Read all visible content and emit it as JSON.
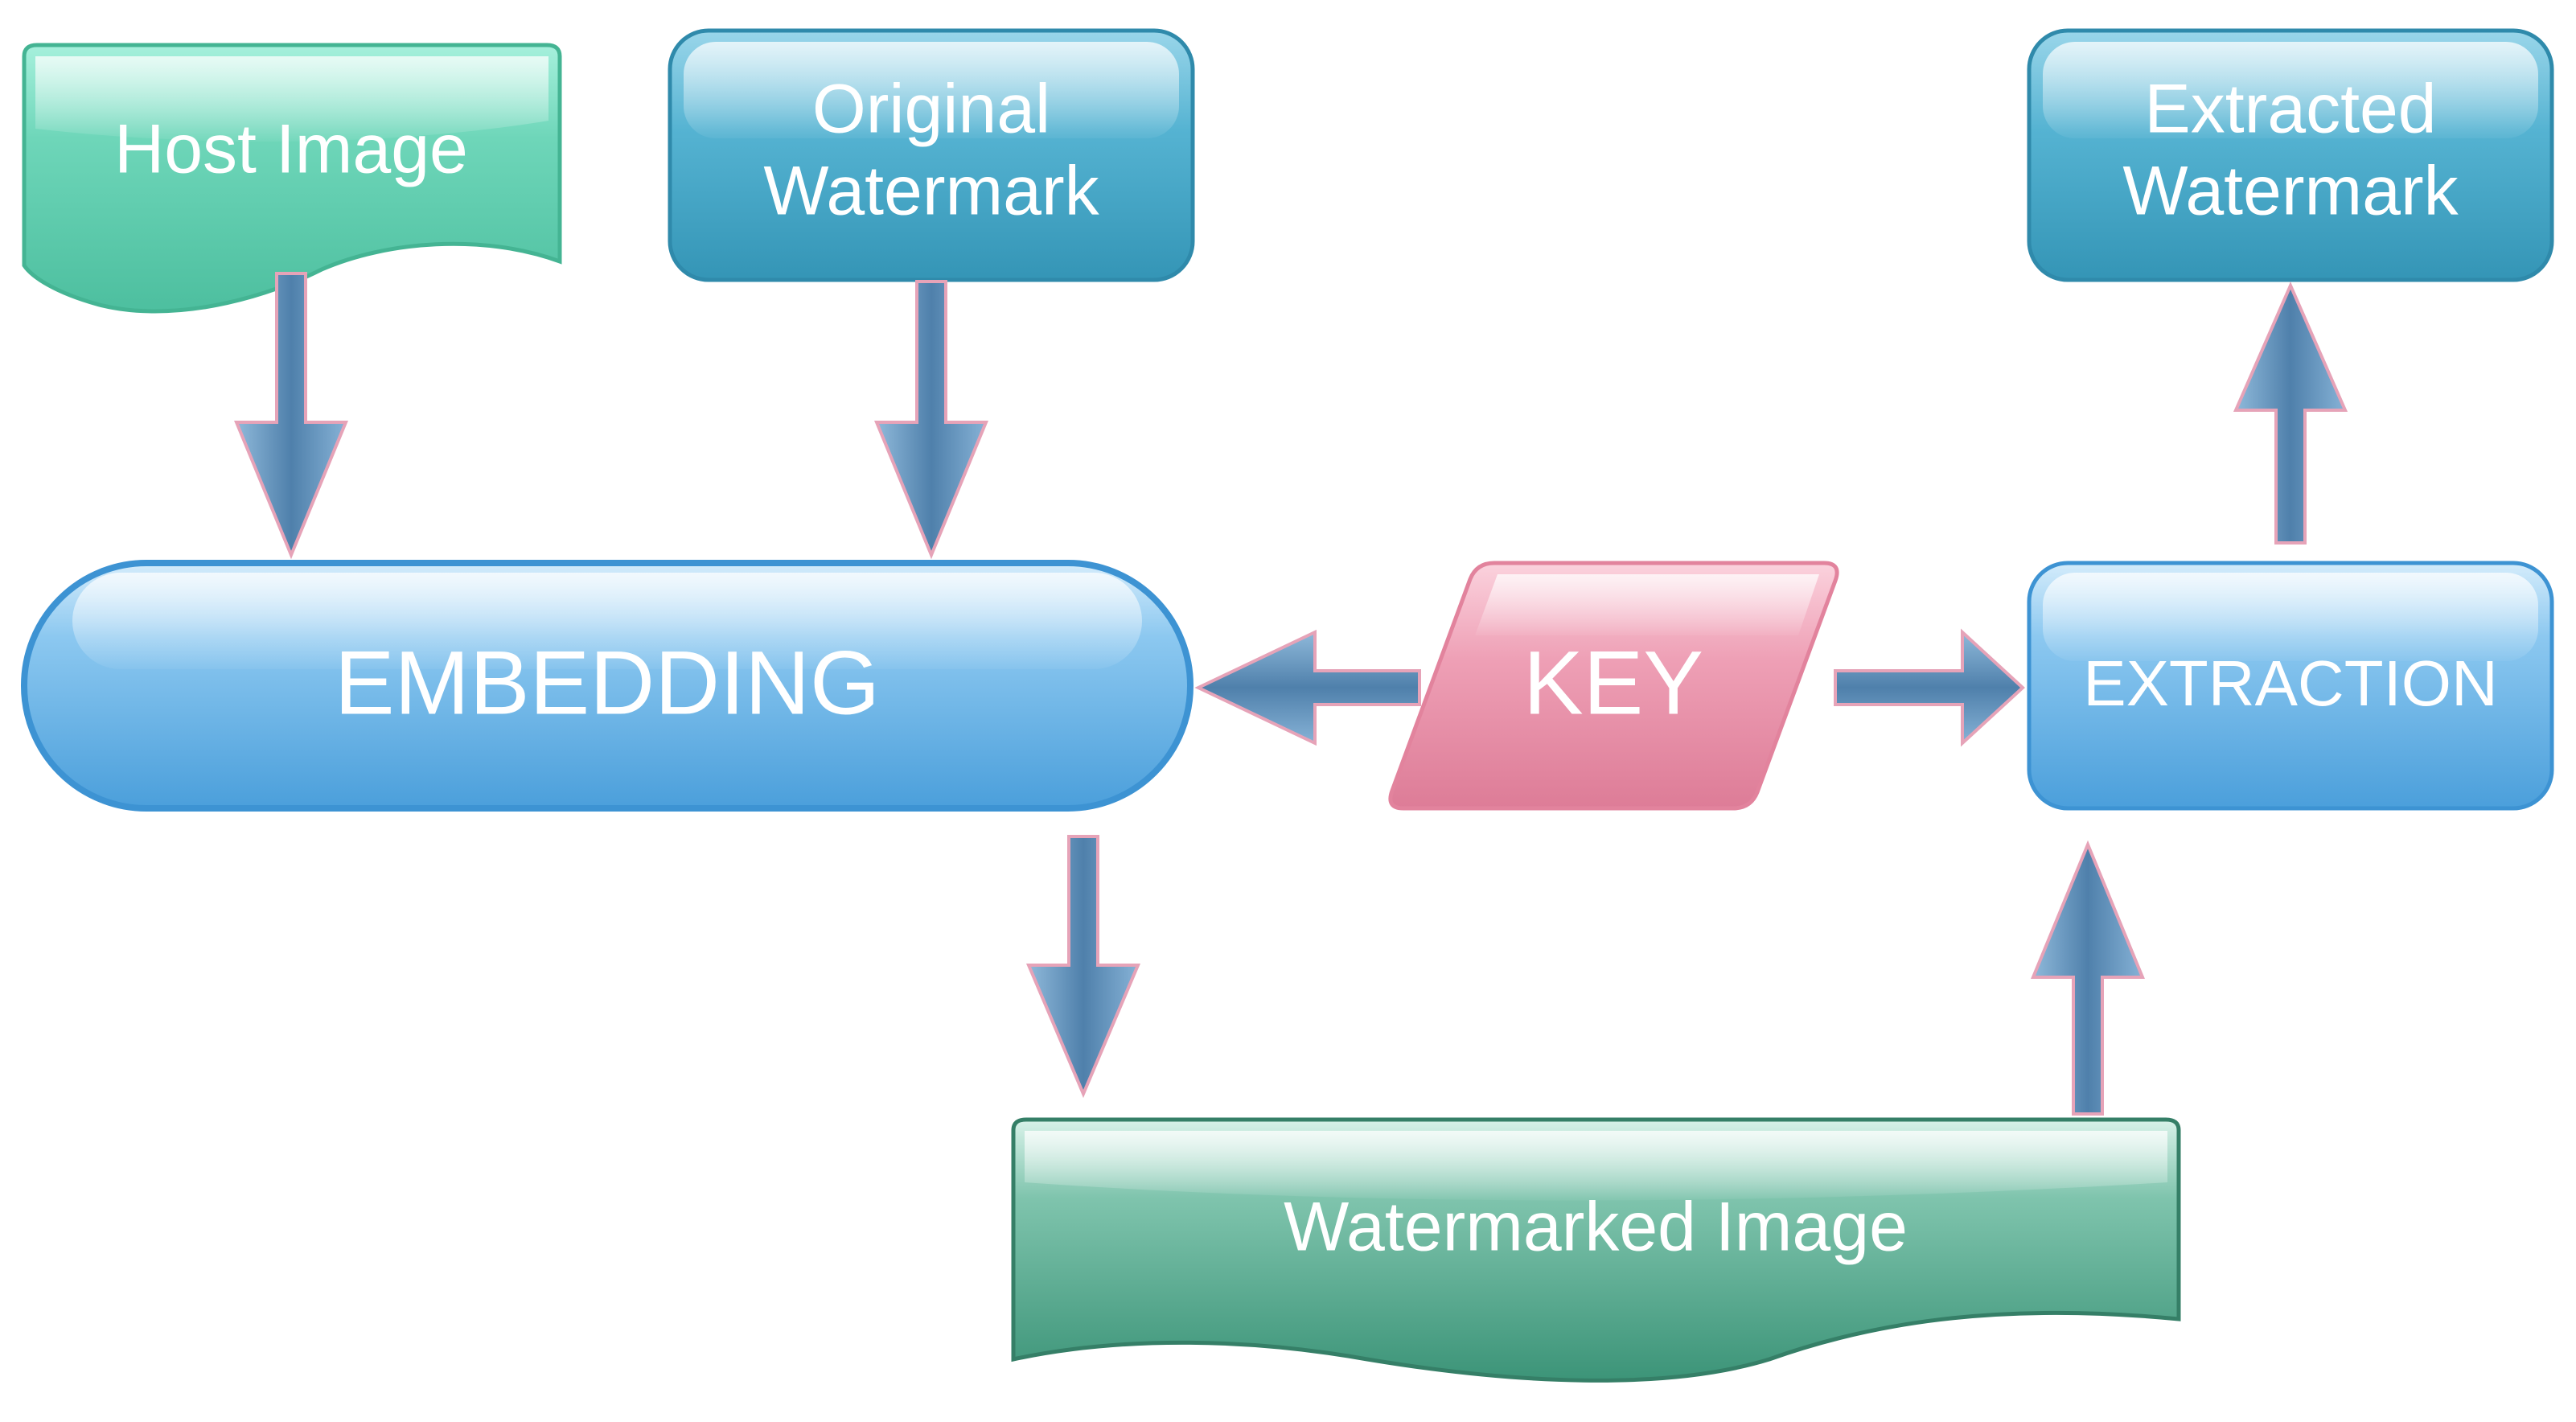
{
  "diagram": {
    "host_image": {
      "label": "Host Image"
    },
    "original_watermark": {
      "line1": "Original",
      "line2": "Watermark"
    },
    "extracted_watermark": {
      "line1": "Extracted",
      "line2": "Watermark"
    },
    "embedding": {
      "label": "EMBEDDING"
    },
    "key": {
      "label": "KEY"
    },
    "extraction": {
      "label": "EXTRACTION"
    },
    "watermarked_image": {
      "label": "Watermarked Image"
    }
  },
  "colors": {
    "teal_light": "#7fe0c6",
    "teal": "#4fc7a6",
    "steel_blue_light": "#7cc6de",
    "steel_blue": "#3b9fbf",
    "blue_light": "#a8d7f5",
    "blue": "#4fa5e0",
    "pink_light": "#f6b6c8",
    "pink": "#e2839d",
    "green_light": "#7fc4ad",
    "green": "#3f9a80",
    "arrow_fill": "#5f8fb5",
    "arrow_outline": "#e6a3b8"
  }
}
